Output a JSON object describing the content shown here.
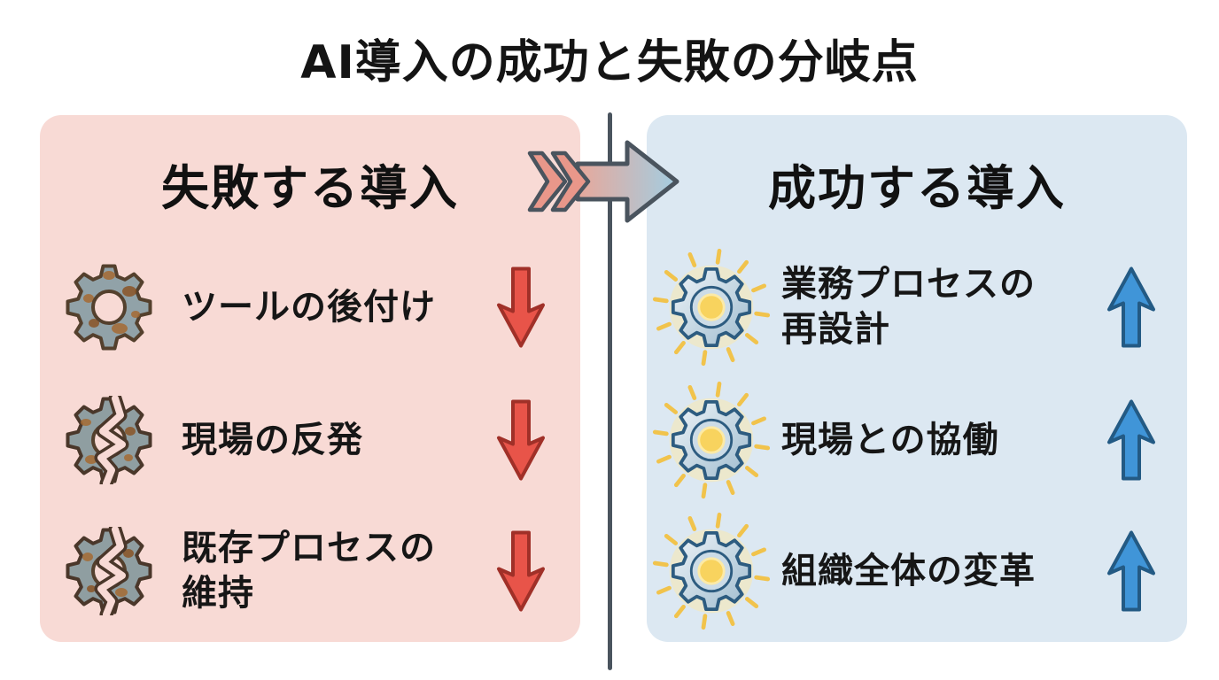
{
  "title": "AI導入の成功と失敗の分岐点",
  "left_panel": {
    "header": "失敗する導入",
    "items": [
      {
        "icon": "rusty-gear-icon",
        "lines": [
          "ツールの後付け"
        ],
        "trend": "down"
      },
      {
        "icon": "broken-gear-icon",
        "lines": [
          "現場の反発"
        ],
        "trend": "down"
      },
      {
        "icon": "broken-gear-icon",
        "lines": [
          "既存プロセスの",
          "維持"
        ],
        "trend": "down"
      }
    ]
  },
  "right_panel": {
    "header": "成功する導入",
    "items": [
      {
        "icon": "glowing-gear-icon",
        "lines": [
          "業務プロセスの",
          "再設計"
        ],
        "trend": "up"
      },
      {
        "icon": "glowing-gear-icon",
        "lines": [
          "現場との協働"
        ],
        "trend": "up"
      },
      {
        "icon": "glowing-gear-icon",
        "lines": [
          "組織全体の変革"
        ],
        "trend": "up"
      }
    ]
  },
  "transition_arrow": {
    "direction": "left-to-right",
    "icon": "double-chevron-arrow-icon"
  },
  "colors": {
    "left_panel_bg": "#f8dad5",
    "right_panel_bg": "#dce8f2",
    "down_arrow": "#e85449",
    "up_arrow": "#4095d8",
    "divider": "#4a545e",
    "rust": "#a46a33",
    "glow": "#f1c34c"
  }
}
